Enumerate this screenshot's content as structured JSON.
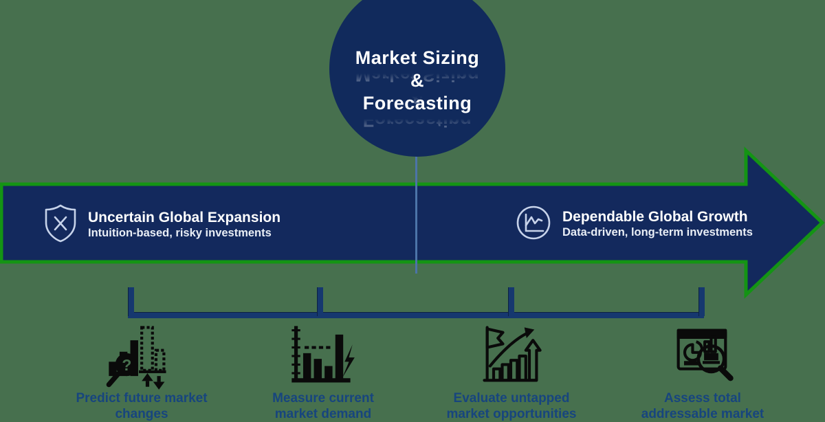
{
  "circle_title": {
    "line1": "Market Sizing",
    "line2": "&",
    "line3": "Forecasting"
  },
  "banner": {
    "left": {
      "icon": "shield-x-icon",
      "title": "Uncertain Global Expansion",
      "subtitle": "Intuition-based, risky investments"
    },
    "right": {
      "icon": "line-chart-circle-icon",
      "title": "Dependable Global Growth",
      "subtitle": "Data-driven, long-term investments"
    }
  },
  "items": [
    {
      "icon": "magnifier-bar-chart-icon",
      "label_line1": "Predict future market",
      "label_line2": "changes"
    },
    {
      "icon": "bar-chart-lightning-icon",
      "label_line1": "Measure current",
      "label_line2": "market demand"
    },
    {
      "icon": "flag-growth-chart-icon",
      "label_line1": "Evaluate untapped",
      "label_line2": "market opportunities"
    },
    {
      "icon": "report-magnifier-icon",
      "label_line1": "Assess total",
      "label_line2": "addressable market"
    }
  ],
  "colors": {
    "background": "#47704E",
    "circle_fill": "#112A5C",
    "banner_fill": "#13295D",
    "banner_border_green": "#149414",
    "connector_blue": "#4C74A8",
    "bracket_navy": "#16386F",
    "label_text_navy": "#17457E",
    "icon_black": "#0A0A0A",
    "banner_icon_light": "#C7D3EA",
    "title_text": "#FFFFFF"
  }
}
